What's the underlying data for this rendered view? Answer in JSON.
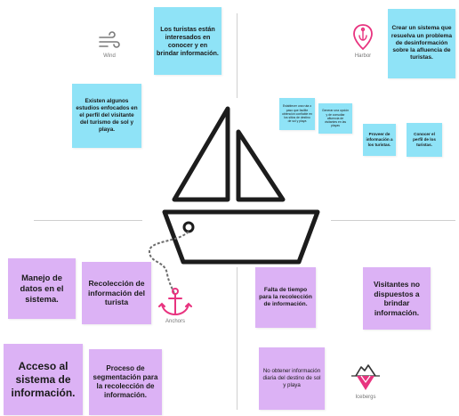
{
  "colors": {
    "note_blue": "#8fe3f7",
    "note_purple": "#dcb2f5",
    "anchor_pink": "#e8337f",
    "harbor_pink": "#e8337f",
    "boat_stroke": "#1c1c1c",
    "divider": "#cfcfcf"
  },
  "quadrant_icons": {
    "wind": {
      "label": "Wind",
      "icon": "wind-icon"
    },
    "harbor": {
      "label": "Harbor",
      "icon": "harbor-pin-icon"
    },
    "anchors": {
      "label": "Anchors",
      "icon": "anchor-icon"
    },
    "icebergs": {
      "label": "Icebergs",
      "icon": "iceberg-icon"
    }
  },
  "wind_notes": {
    "tourists_interested": "Los turistas están interesados en conocer y en brindar información.",
    "existing_studies": "Existen algunos estudios enfocados en el perfil del visitante del turismo de sol y playa."
  },
  "harbor_notes": {
    "create_system": "Crear un sistema que resuelva un problema de desinformación sobre la afluencia de turistas.",
    "small_note_1": "Establecer una ruta o paso que facilite obtención confiable en los sitios de destino de sol y playa",
    "small_note_2": "Generar una opción y de consultar afluencia de visitantes en las playas",
    "provide_info": "Proveer de información a los turistas.",
    "know_profile": "Conocer el perfil de los turistas."
  },
  "anchors_notes": {
    "data_management": "Manejo de datos en el sistema.",
    "tourist_info_collection": "Recolección de información del turista",
    "info_system_access": "Acceso al sistema de información.",
    "segmentation_process": "Proceso de segmentación para la recolección de información."
  },
  "iceberg_notes": {
    "lack_of_time": "Falta de tiempo para la recolección de información.",
    "unwilling_visitors": "Visitantes no dispuestos a brindar información.",
    "no_daily_info": "No obtener información diaria del destino de sol y playa"
  }
}
